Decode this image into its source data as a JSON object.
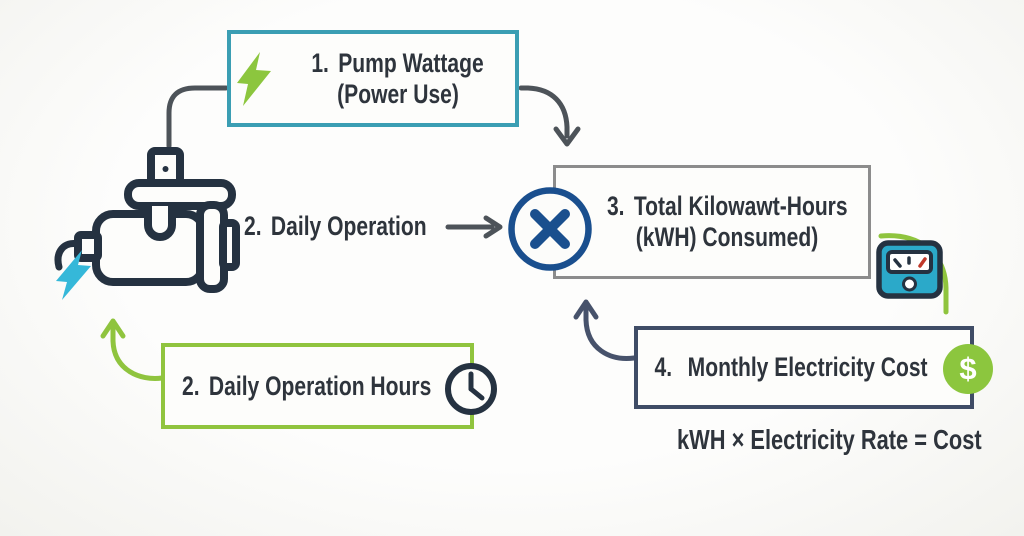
{
  "palette": {
    "background": "#f7f7f4",
    "teal_border": "#3b9eb3",
    "green": "#8fc43e",
    "gray_border": "#8c8c8c",
    "slate_border": "#3f4c66",
    "connector_gray": "#4d5359",
    "connector_slate": "#47526b",
    "circle_blue": "#1a4f8e",
    "icon_navy": "#253241",
    "cyan_bolt": "#35b8d9",
    "meter_teal": "#2ba9c9",
    "meter_needle_red": "#c0392b",
    "text": "#2e343c"
  },
  "nodes": {
    "pump_wattage": {
      "number": "1.",
      "title": "Pump Wattage",
      "subtitle": "(Power Use)"
    },
    "daily_operation": {
      "number": "2.",
      "label": "Daily Operation"
    },
    "total_kwh": {
      "number": "3.",
      "title": "Total Kilowawt-Hours",
      "subtitle": "(kWH) Consumed)"
    },
    "daily_operation_hours": {
      "number": "2.",
      "label": "Daily Operation Hours"
    },
    "monthly_cost": {
      "number": "4.",
      "label": "Monthly Electricity Cost"
    }
  },
  "operator": {
    "symbol": "×"
  },
  "badges": {
    "dollar": "$"
  },
  "formula": {
    "text": "kWH × Electricity Rate = Cost"
  },
  "icons": {
    "green_lightning": "lightning-bolt-icon",
    "cyan_lightning": "lightning-bolt-icon",
    "pump": "water-pump-icon",
    "multiply": "multiply-icon",
    "clock": "clock-icon",
    "meter": "electric-meter-icon",
    "dollar": "dollar-icon"
  },
  "connections": [
    {
      "from": "pump-icon",
      "to": "pump-wattage-box",
      "color": "gray"
    },
    {
      "from": "pump-wattage-box",
      "to": "multiply-circle",
      "color": "gray",
      "arrow": true
    },
    {
      "from": "daily-operation-label",
      "to": "multiply-circle",
      "color": "gray",
      "arrow": true
    },
    {
      "from": "daily-operation-hours-box",
      "to": "pump-icon",
      "color": "green",
      "arrow": true
    },
    {
      "from": "monthly-cost-box",
      "to": "multiply-circle",
      "color": "slate",
      "arrow": true
    },
    {
      "from": "total-kwh-box",
      "to": "monthly-cost-box",
      "color": "green",
      "arrow": false
    }
  ]
}
